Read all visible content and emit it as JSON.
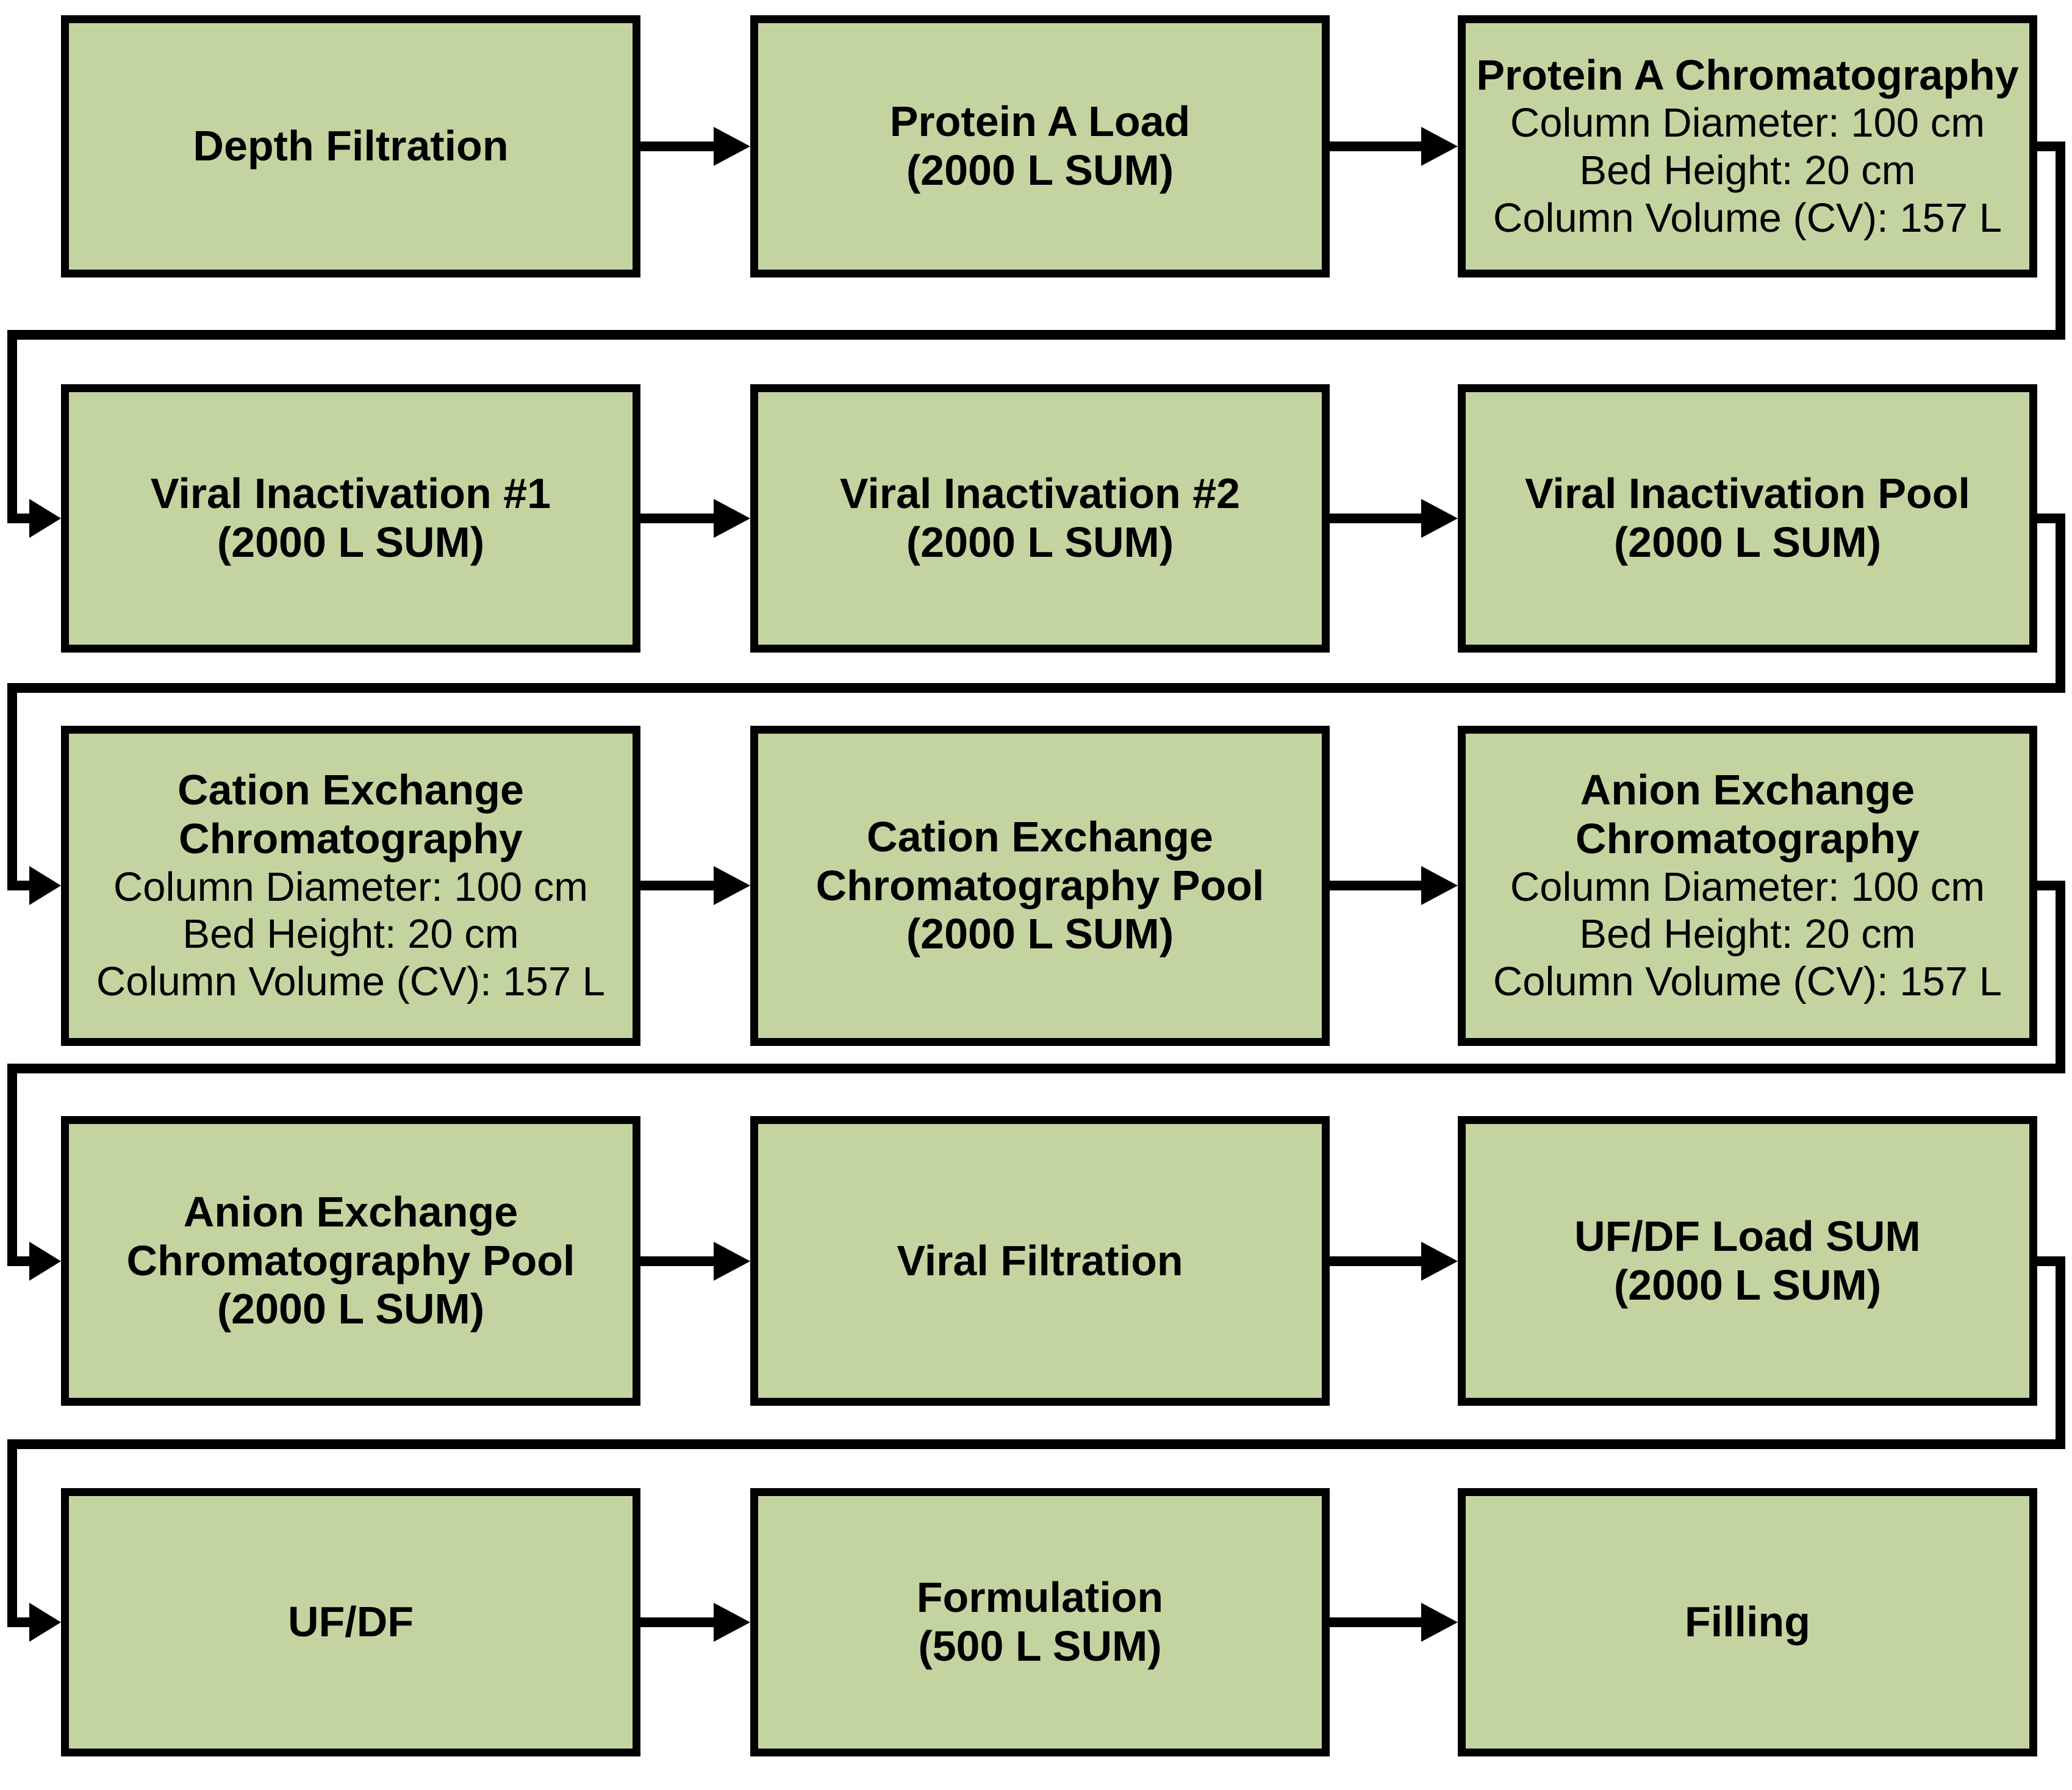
{
  "colors": {
    "box_fill": "#c4d4a0",
    "box_border": "#000000",
    "connector": "#000000",
    "background": "#ffffff"
  },
  "nodes": [
    {
      "id": "depth-filtration",
      "title": "Depth Filtration"
    },
    {
      "id": "protein-a-load",
      "title": "Protein A Load",
      "subtitle": "(2000 L SUM)"
    },
    {
      "id": "protein-a-chromatography",
      "title": "Protein A Chromatography",
      "specs": [
        "Column Diameter: 100 cm",
        "Bed Height: 20 cm",
        "Column Volume (CV): 157 L"
      ]
    },
    {
      "id": "viral-inactivation-1",
      "title": "Viral Inactivation #1",
      "subtitle": "(2000 L SUM)"
    },
    {
      "id": "viral-inactivation-2",
      "title": "Viral Inactivation #2",
      "subtitle": "(2000 L SUM)"
    },
    {
      "id": "viral-inactivation-pool",
      "title": "Viral Inactivation Pool",
      "subtitle": "(2000 L SUM)"
    },
    {
      "id": "cation-exchange-chromatography",
      "title": "Cation Exchange Chromatography",
      "specs": [
        "Column Diameter: 100 cm",
        "Bed Height: 20 cm",
        "Column Volume (CV): 157 L"
      ]
    },
    {
      "id": "cation-exchange-chromatography-pool",
      "title": "Cation Exchange Chromatography Pool",
      "subtitle": "(2000 L SUM)"
    },
    {
      "id": "anion-exchange-chromatography",
      "title": "Anion Exchange Chromatography",
      "specs": [
        "Column Diameter: 100 cm",
        "Bed Height: 20 cm",
        "Column Volume (CV): 157 L"
      ]
    },
    {
      "id": "anion-exchange-chromatography-pool",
      "title": "Anion Exchange Chromatography Pool",
      "subtitle": "(2000 L SUM)"
    },
    {
      "id": "viral-filtration",
      "title": "Viral Filtration"
    },
    {
      "id": "uf-df-load-sum",
      "title": "UF/DF Load SUM",
      "subtitle": "(2000 L SUM)"
    },
    {
      "id": "uf-df",
      "title": "UF/DF"
    },
    {
      "id": "formulation",
      "title": "Formulation",
      "subtitle": "(500 L SUM)"
    },
    {
      "id": "filling",
      "title": "Filling"
    }
  ],
  "edges": [
    {
      "from": "depth-filtration",
      "to": "protein-a-load"
    },
    {
      "from": "protein-a-load",
      "to": "protein-a-chromatography"
    },
    {
      "from": "protein-a-chromatography",
      "to": "viral-inactivation-1"
    },
    {
      "from": "viral-inactivation-1",
      "to": "viral-inactivation-2"
    },
    {
      "from": "viral-inactivation-2",
      "to": "viral-inactivation-pool"
    },
    {
      "from": "viral-inactivation-pool",
      "to": "cation-exchange-chromatography"
    },
    {
      "from": "cation-exchange-chromatography",
      "to": "cation-exchange-chromatography-pool"
    },
    {
      "from": "cation-exchange-chromatography-pool",
      "to": "anion-exchange-chromatography"
    },
    {
      "from": "anion-exchange-chromatography",
      "to": "anion-exchange-chromatography-pool"
    },
    {
      "from": "anion-exchange-chromatography-pool",
      "to": "viral-filtration"
    },
    {
      "from": "viral-filtration",
      "to": "uf-df-load-sum"
    },
    {
      "from": "uf-df-load-sum",
      "to": "uf-df"
    },
    {
      "from": "uf-df",
      "to": "formulation"
    },
    {
      "from": "formulation",
      "to": "filling"
    }
  ]
}
